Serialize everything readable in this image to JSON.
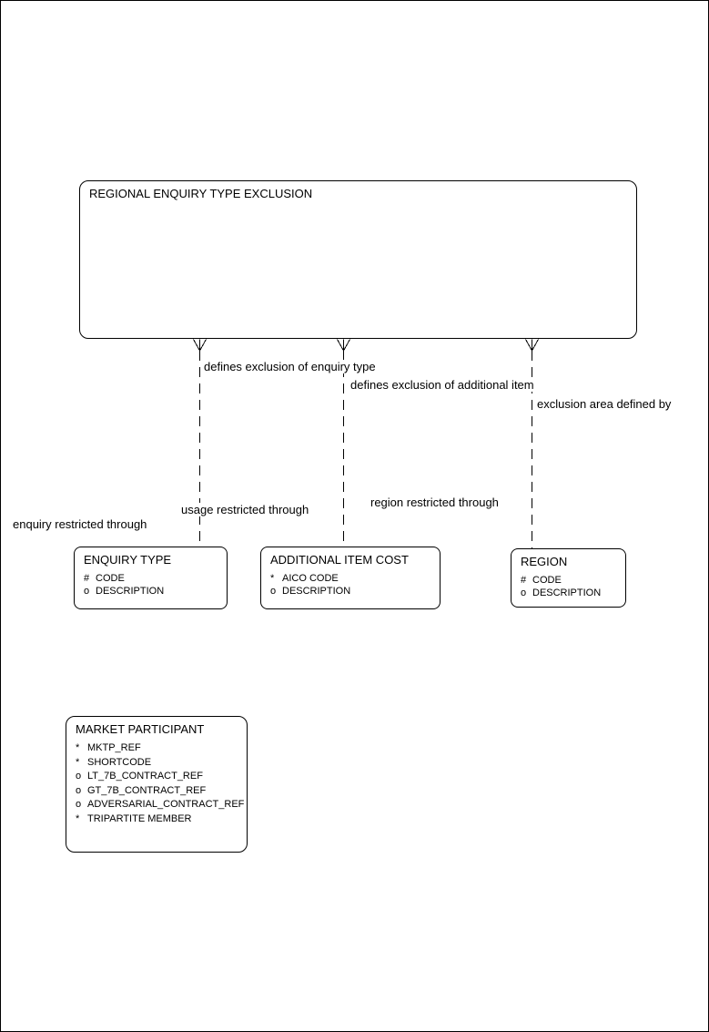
{
  "page": {
    "background": "#ffffff",
    "line_color": "#000000",
    "text_color": "#000000"
  },
  "main_entity": {
    "title": "REGIONAL ENQUIRY TYPE EXCLUSION"
  },
  "relationships": [
    {
      "target": "ENQUIRY TYPE",
      "near_label": "defines exclusion of enquiry type",
      "far_label": "enquiry restricted through"
    },
    {
      "target": "ADDITIONAL ITEM COST",
      "near_label": "defines exclusion of additional item",
      "far_label": "usage restricted through"
    },
    {
      "target": "REGION",
      "near_label": "exclusion area defined by",
      "far_label": "region restricted through"
    }
  ],
  "entities": [
    {
      "title": "ENQUIRY TYPE",
      "attributes": [
        {
          "marker": "#",
          "name": "CODE"
        },
        {
          "marker": "o",
          "name": "DESCRIPTION"
        }
      ]
    },
    {
      "title": "ADDITIONAL ITEM COST",
      "attributes": [
        {
          "marker": "*",
          "name": "AICO CODE"
        },
        {
          "marker": "o",
          "name": "DESCRIPTION"
        }
      ]
    },
    {
      "title": "REGION",
      "attributes": [
        {
          "marker": "#",
          "name": "CODE"
        },
        {
          "marker": "o",
          "name": "DESCRIPTION"
        }
      ]
    },
    {
      "title": "MARKET PARTICIPANT",
      "attributes": [
        {
          "marker": "*",
          "name": "MKTP_REF"
        },
        {
          "marker": "*",
          "name": "SHORTCODE"
        },
        {
          "marker": "o",
          "name": "LT_7B_CONTRACT_REF"
        },
        {
          "marker": "o",
          "name": "GT_7B_CONTRACT_REF"
        },
        {
          "marker": "o",
          "name": "ADVERSARIAL_CONTRACT_REF"
        },
        {
          "marker": "*",
          "name": "TRIPARTITE MEMBER"
        }
      ]
    }
  ]
}
